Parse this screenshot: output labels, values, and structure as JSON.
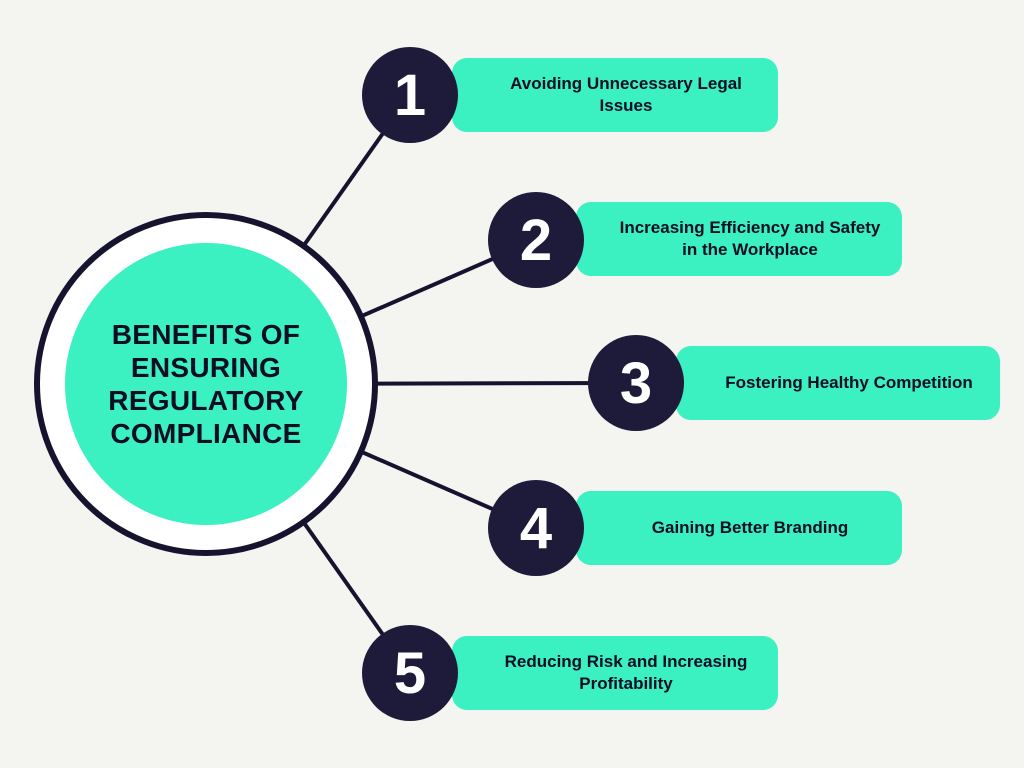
{
  "central": {
    "title": "BENEFITS OF ENSURING REGULATORY COMPLIANCE"
  },
  "items": [
    {
      "number": "1",
      "label": "Avoiding Unnecessary Legal Issues"
    },
    {
      "number": "2",
      "label": "Increasing Efficiency and Safety in the Workplace"
    },
    {
      "number": "3",
      "label": "Fostering Healthy Competition"
    },
    {
      "number": "4",
      "label": "Gaining Better Branding"
    },
    {
      "number": "5",
      "label": "Reducing Risk and Increasing Profitability"
    }
  ],
  "colors": {
    "teal": "#3BF0C1",
    "navy": "#1E1A3A",
    "line": "#15132E",
    "text_dark": "#0D0D24",
    "background": "#F4F4F1"
  }
}
